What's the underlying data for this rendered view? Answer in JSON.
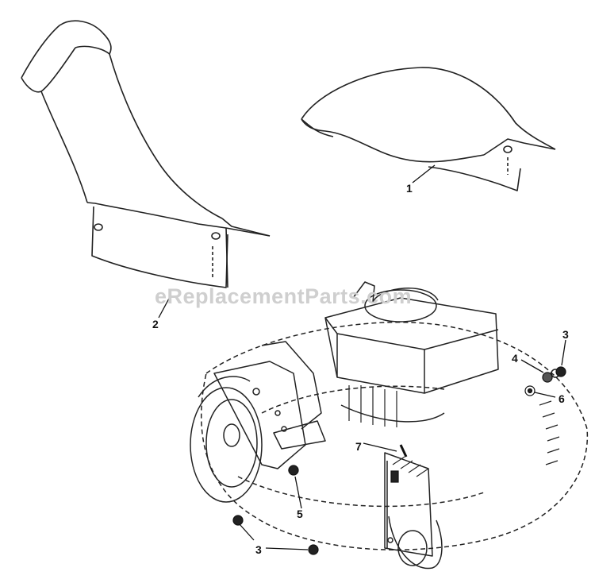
{
  "watermark": "eReplacementParts.com",
  "callouts": {
    "c1": "1",
    "c2": "2",
    "c3a": "3",
    "c3b": "3",
    "c4": "4",
    "c5": "5",
    "c6": "6",
    "c7": "7"
  }
}
